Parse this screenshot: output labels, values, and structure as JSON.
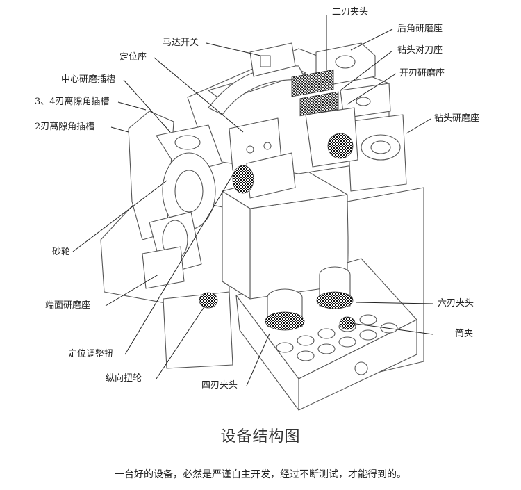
{
  "labels": {
    "two_flute_chuck": "二刃夹头",
    "clearance_seat": "后角研磨座",
    "motor_switch": "马达开关",
    "drill_align_seat": "钻头对刀座",
    "locator_seat": "定位座",
    "split_grind_seat": "开刃研磨座",
    "center_grind_slot": "中心研磨插槽",
    "slot_34": "3、4刃离隙角插槽",
    "drill_grind_seat": "钻头研磨座",
    "slot_2": "2刃离隙角插槽",
    "wheel": "砂轮",
    "end_grind_seat": "端面研磨座",
    "six_flute_chuck": "六刃夹头",
    "collet": "筒夹",
    "pos_adjust_knob": "定位调整扭",
    "feed_knob": "纵向扭轮",
    "four_flute_chuck": "四刃夹头"
  },
  "caption": "设备结构图",
  "slogan": "一台好的设备，必然是严谨自主开发，经过不断测试，才能得到的。"
}
